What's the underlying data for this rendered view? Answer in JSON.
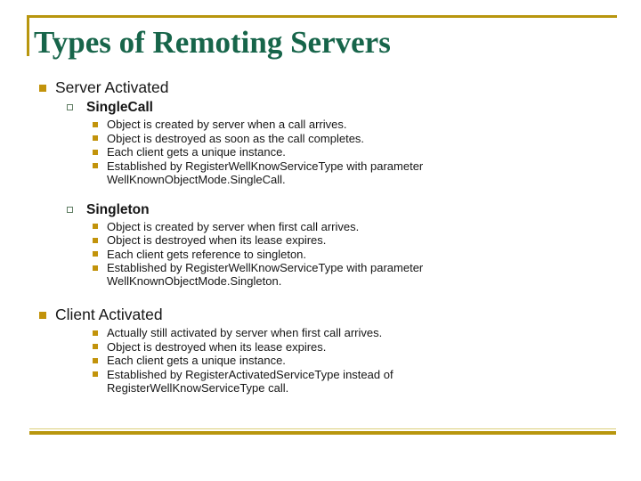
{
  "slide": {
    "title": "Types of Remoting Servers",
    "colors": {
      "title_green": "#17654A",
      "accent_gold": "#B8960E",
      "bullet_gold": "#C2930B",
      "body_text": "#161616",
      "level2_border": "#5F7D63"
    }
  },
  "content": {
    "sections": [
      {
        "label": "Server Activated",
        "groups": [
          {
            "label": "SingleCall",
            "items": [
              "Object is created by server when a call arrives.",
              "Object is destroyed as soon as the call completes.",
              "Each client gets a unique instance.",
              "Established by RegisterWellKnowServiceType with parameter WellKnownObjectMode.SingleCall."
            ]
          },
          {
            "label": "Singleton",
            "items": [
              "Object is created by server when first call arrives.",
              "Object is destroyed when its lease expires.",
              "Each client gets reference to singleton.",
              "Established by RegisterWellKnowServiceType with parameter WellKnownObjectMode.Singleton."
            ]
          }
        ]
      },
      {
        "label": "Client Activated",
        "items": [
          "Actually still activated by server when first call arrives.",
          "Object is destroyed when its lease expires.",
          "Each client gets a unique instance.",
          "Established by RegisterActivatedServiceType instead of RegisterWellKnowServiceType call."
        ]
      }
    ]
  }
}
